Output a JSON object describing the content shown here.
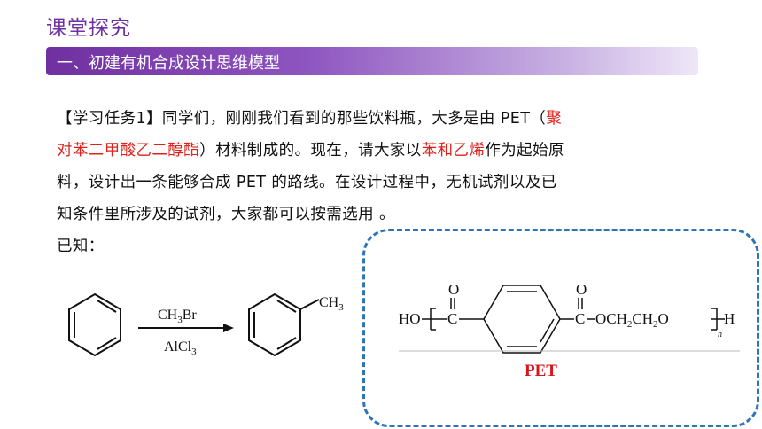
{
  "page": {
    "title": "课堂探究",
    "section_banner": "一、初建有机合成设计思维模型",
    "colors": {
      "title": "#7030a0",
      "banner_start": "#7030a0",
      "highlight": "#e0201b",
      "dashed_border": "#2e75b6"
    }
  },
  "task": {
    "line1_a": "【学习任务1】同学们，刚刚我们看到的那些饮料瓶，大多是由 PET（",
    "line1_red": "聚",
    "line2_red": "对苯二甲酸乙二醇酯",
    "line2_b": "）材料制成的。现在，请大家以",
    "line2_red2": "苯和乙烯",
    "line2_c": "作为起始原",
    "line3": "料，设计出一条能够合成 PET 的路线。在设计过程中，无机试剂以及已",
    "line4": "知条件里所涉及的试剂，大家都可以按需选用 。",
    "known": "已知："
  },
  "reaction": {
    "reagent_ch3": "CH",
    "reagent_sub": "3",
    "reagent_br": "Br",
    "catalyst_al": "AlCl",
    "catalyst_sub": "3",
    "product_ch": "CH",
    "product_sub": "3"
  },
  "pet": {
    "ho": "HO",
    "o_top": "O",
    "o_top2": "O",
    "c1": "C",
    "c2": "C",
    "chain_a": "OCH",
    "chain_sub1": "2",
    "chain_b": "CH",
    "chain_sub2": "2",
    "chain_c": "O",
    "end_h": "H",
    "n": "n",
    "label": "PET"
  }
}
